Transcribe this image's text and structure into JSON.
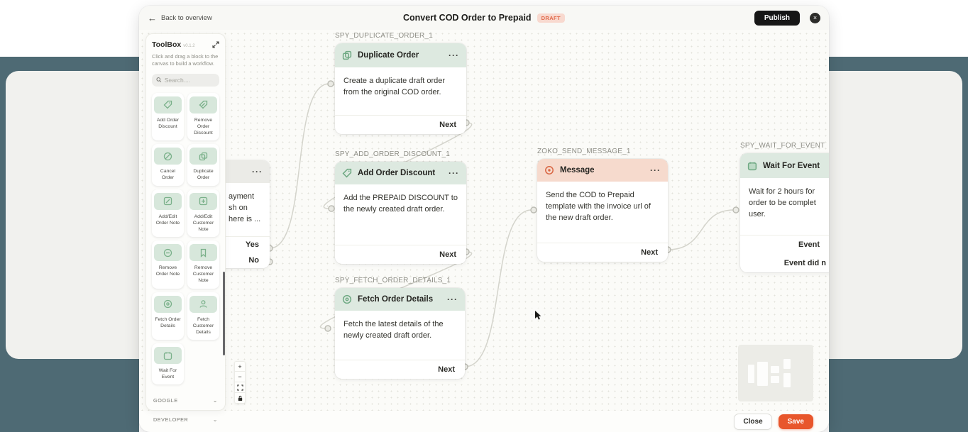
{
  "icons": {
    "more_menu": "···",
    "back_arrow": "←",
    "close": "×",
    "chevron_down": "⌄",
    "zoom_in": "+",
    "zoom_out": "−"
  },
  "header": {
    "back_label": "Back to overview",
    "title": "Convert COD Order to Prepaid",
    "status_badge": "DRAFT",
    "publish_label": "Publish"
  },
  "toolbox": {
    "title": "ToolBox",
    "version": "v0.1.2",
    "description": "Click and drag a block to the canvas to build a workflow.",
    "search_placeholder": "Search....",
    "blocks": [
      {
        "label": "Add Order Discount",
        "icon": "tag-icon"
      },
      {
        "label": "Remove Order Discount",
        "icon": "tag-icon"
      },
      {
        "label": "Cancel Order",
        "icon": "ban-icon"
      },
      {
        "label": "Duplicate Order",
        "icon": "copy-icon"
      },
      {
        "label": "Add/Edit Order Note",
        "icon": "note-icon"
      },
      {
        "label": "Add/Edit Customer Note",
        "icon": "note-icon"
      },
      {
        "label": "Remove Order Note",
        "icon": "note-icon"
      },
      {
        "label": "Remove Customer Note",
        "icon": "bookmark-icon"
      },
      {
        "label": "Fetch Order Details",
        "icon": "package-icon"
      },
      {
        "label": "Fetch Customer Details",
        "icon": "user-icon"
      },
      {
        "label": "Wait For Event",
        "icon": "clock-icon"
      }
    ],
    "sections": [
      {
        "label": "GOOGLE"
      },
      {
        "label": "DEVELOPER"
      }
    ]
  },
  "canvas": {
    "nodes": [
      {
        "id": "SPY_DUPLICATE_ORDER_1",
        "title": "Duplicate Order",
        "body": "Create a duplicate draft order from the original COD order.",
        "outputs": [
          "Next"
        ]
      },
      {
        "id": "SPY_ADD_ORDER_DISCOUNT_1",
        "title": "Add Order Discount",
        "body": "Add the PREPAID DISCOUNT to the newly created draft order.",
        "outputs": [
          "Next"
        ]
      },
      {
        "id": "SPY_FETCH_ORDER_DETAILS_1",
        "title": "Fetch Order Details",
        "body": "Fetch the latest details of the\nnewly created draft order.",
        "outputs": [
          "Next"
        ]
      },
      {
        "id": "ZOKO_SEND_MESSAGE_1",
        "title": "Message",
        "body": "Send the COD to Prepaid\ntemplate with the invoice url of\nthe new draft order.",
        "outputs": [
          "Next"
        ]
      },
      {
        "id": "SPY_WAIT_FOR_EVENT",
        "title": "Wait For Event",
        "body": "Wait for 2 hours for\norder to be complet\nuser.",
        "outputs": [
          "Event",
          "Event did n"
        ]
      },
      {
        "id": "",
        "title": "",
        "body": "ayment\nsh on\nhere is ...",
        "outputs": [
          "Yes",
          "No"
        ]
      }
    ]
  },
  "footer": {
    "close_label": "Close",
    "save_label": "Save"
  },
  "colors": {
    "accent_green": "#79b089",
    "node_green_header": "#dde9e0",
    "node_pink_header": "#f6dacd",
    "badge_bg": "#f8d9cf",
    "badge_text": "#e0694a",
    "save_button": "#e8562c",
    "publish_button": "#161616",
    "peek_teal": "#4e6a74"
  }
}
